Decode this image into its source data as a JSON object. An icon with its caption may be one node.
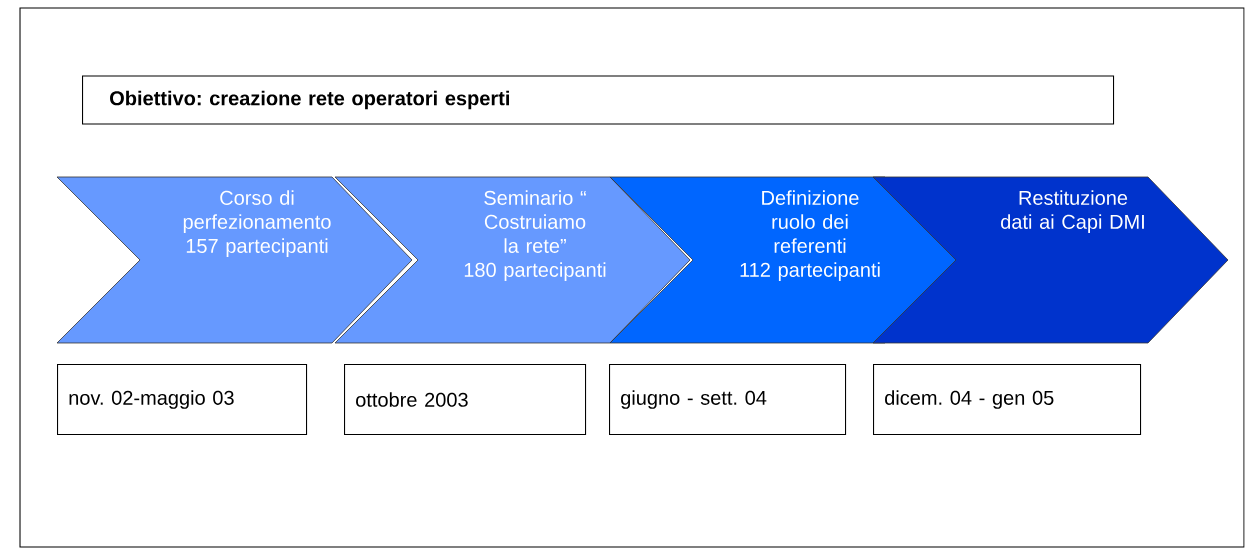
{
  "diagram": {
    "nodes": [
      {
        "text": [
          "Obiettivo: creazione rete operatori esperti"
        ]
      },
      {
        "text": [
          "Corso di perfezionamento",
          "157 partecipanti"
        ]
      },
      {
        "text": [
          "Seminario “ Costruiamo la rete”",
          "180 partecipanti"
        ]
      },
      {
        "text": [
          "Definizione ruolo dei referenti",
          "112 partecipanti"
        ]
      },
      {
        "text": [
          "Restituzione dati ai Capi DMI"
        ]
      },
      {
        "text": [
          "nov. 02-maggio 03"
        ]
      },
      {
        "text": [
          "ottobre 2003"
        ]
      },
      {
        "text": [
          "giugno - sett. 04"
        ]
      },
      {
        "text": [
          "dicem. 04 - gen 05"
        ]
      }
    ]
  }
}
